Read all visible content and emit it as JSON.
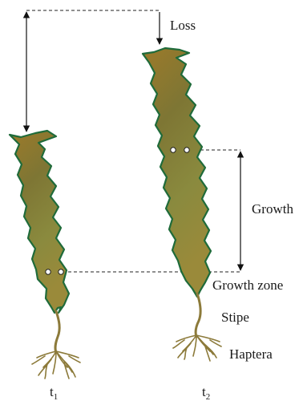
{
  "labels": {
    "loss": "Loss",
    "growth": "Growth",
    "growth_zone": "Growth zone",
    "stipe": "Stipe",
    "haptera": "Haptera",
    "t1_base": "t",
    "t1_sub": "1",
    "t2_base": "t",
    "t2_sub": "2"
  },
  "colors": {
    "blade_fill_top": "#9a7a2c",
    "blade_fill_mid": "#7f7a33",
    "blade_fill_low": "#8f8a3c",
    "blade_edge": "#1f6b3a",
    "stipe": "#8c7a3a"
  }
}
